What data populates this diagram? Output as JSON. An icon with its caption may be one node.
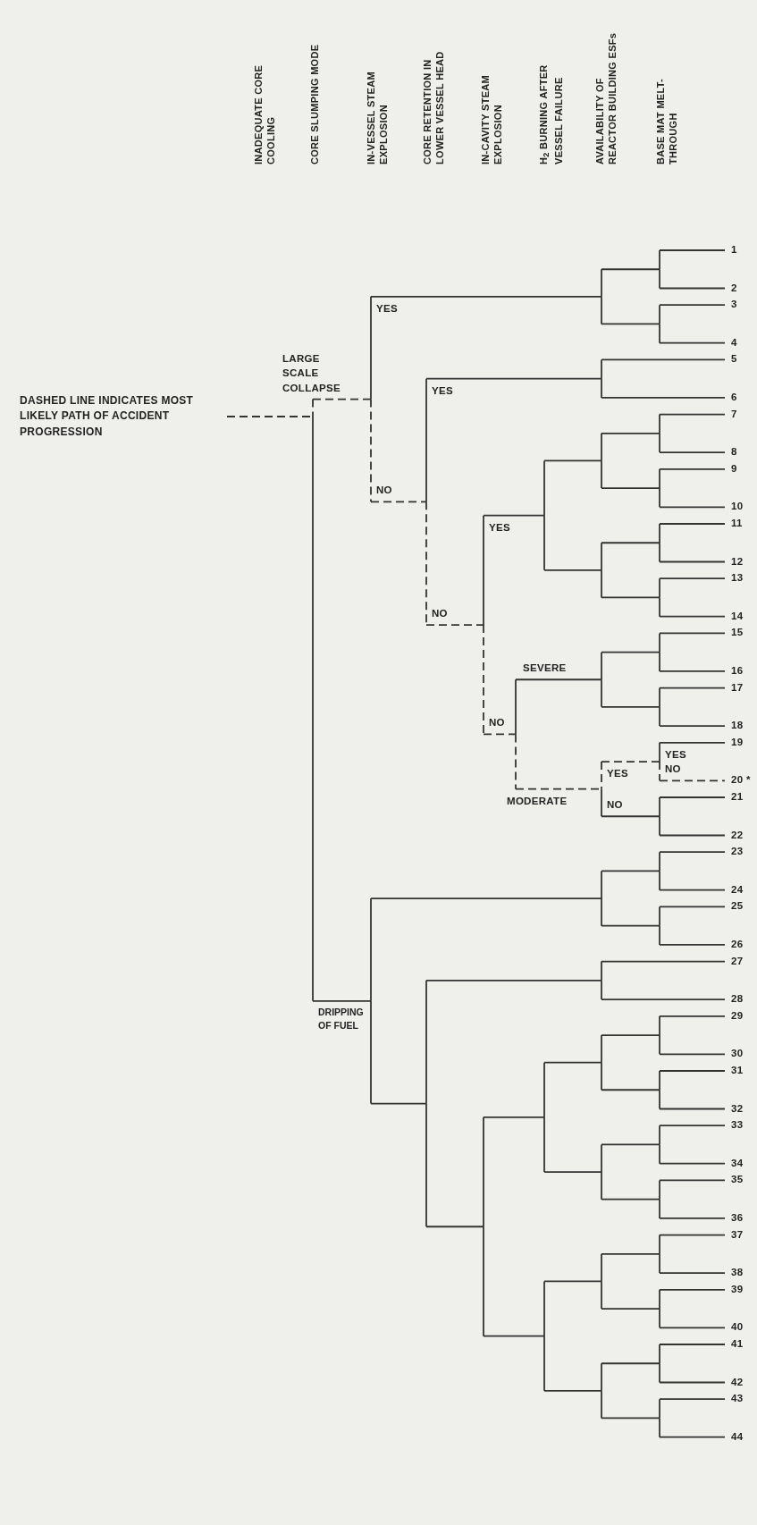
{
  "diagram": {
    "nodes": [
      {
        "text": [
          "DASHED LINE INDICATES MOST LIKELY PATH OF ACCIDENT PROGRESSION"
        ]
      },
      {
        "text": [],
        "shape": "picture"
      }
    ],
    "edges": [
      {
        "from": 0,
        "to": 1,
        "arrow": "none",
        "style": "dashed"
      }
    ],
    "labels": [
      "INADEQUATE CORE COOLING",
      "CORE SLUMPING MODE",
      "IN-VESSEL STEAM EXPLOSION",
      "CORE RETENTION IN LOWER VESSEL HEAD",
      "IN-CAVITY STEAM EXPLOSION",
      "H$_{2}$ BURNING AFTER VESSEL FAILURE",
      "AVAILABILITY OF REACTOR BUILDING ESFs",
      "BASE MAT MELT-THROUGH",
      "YES",
      "LARGE SCALE COLLAPSE",
      "YES",
      "NO",
      "YES",
      "NO",
      "SEVERE",
      "NO",
      "YES",
      "NO",
      "YES",
      "MODERATE",
      "NO",
      "DRIPPING OF FUEL",
      "1",
      "2",
      "3",
      "4",
      "5",
      "6",
      "7",
      "8",
      "9",
      "10",
      "11",
      "12",
      "13",
      "14",
      "15",
      "16",
      "17",
      "18",
      "19",
      "20 *",
      "21",
      "22",
      "23",
      "24",
      "25",
      "26",
      "27",
      "28",
      "29",
      "30",
      "31",
      "32",
      "33",
      "34",
      "35",
      "36",
      "37",
      "38",
      "39",
      "40",
      "41",
      "42",
      "43",
      "44"
    ]
  }
}
